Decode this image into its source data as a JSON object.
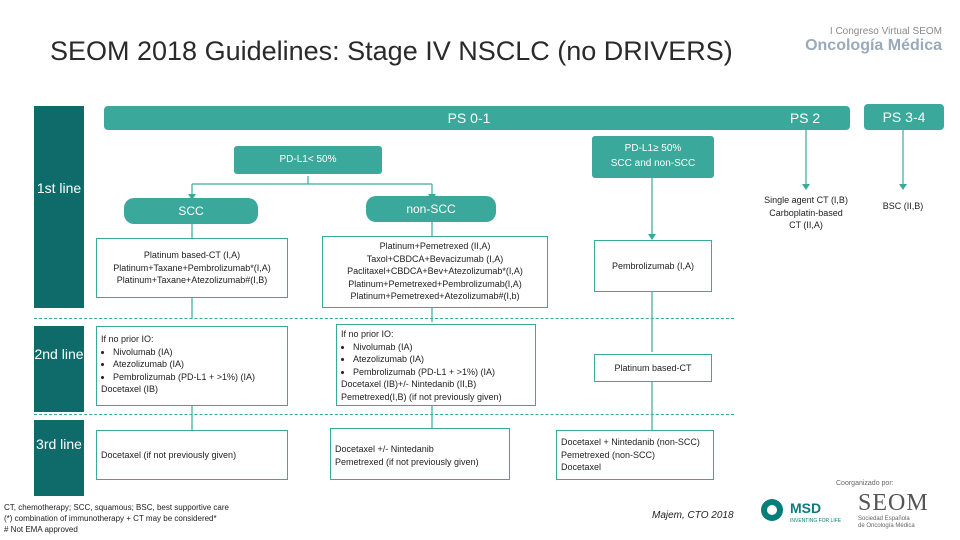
{
  "title": "SEOM 2018 Guidelines: Stage IV NSCLC (no DRIVERS)",
  "logo_top": {
    "line1": "I Congreso Virtual SEOM",
    "line2": "Oncología Médica"
  },
  "ps_bars": {
    "ps01": "PS 0-1",
    "ps2": "PS 2",
    "ps34": "PS 3-4"
  },
  "lines": {
    "first": "1st line",
    "second": "2nd line",
    "third": "3rd line"
  },
  "pdl1_low": "PD-L1< 50%",
  "pdl1_high": {
    "line1": "PD-L1≥ 50%",
    "line2": "SCC and non-SCC"
  },
  "scc": "SCC",
  "nonscc": "non-SCC",
  "ps2_first": [
    "Single agent CT (I,B)",
    "Carboplatin-based",
    "CT (II,A)"
  ],
  "ps34_first": "BSC (II,B)",
  "scc_first": [
    "Platinum based-CT (I,A)",
    "Platinum+Taxane+Pembrolizumab*(I,A)",
    "Platinum+Taxane+Atezolizumab#(I,B)"
  ],
  "nonscc_first": [
    "Platinum+Pemetrexed (II,A)",
    "Taxol+CBDCA+Bevacizumab (I,A)",
    "Paclitaxel+CBDCA+Bev+Atezolizumab*(I,A)",
    "Platinum+Pemetrexed+Pembrolizumab(I,A)",
    "Platinum+Pemetrexed+Atezolizumab#(I,b)"
  ],
  "high_first": "Pembrolizumab (I,A)",
  "scc_second": {
    "intro": "If no prior IO:",
    "items": [
      "Nivolumab (IA)",
      "Atezolizumab (IA)",
      "Pembrolizumab (PD-L1 + >1%) (IA)"
    ],
    "tail": "Docetaxel (IB)"
  },
  "nonscc_second": {
    "intro": "If no prior IO:",
    "items": [
      "Nivolumab (IA)",
      "Atezolizumab (IA)",
      "Pembrolizumab (PD-L1 + >1%) (IA)"
    ],
    "tail": [
      "Docetaxel (IB)+/- Nintedanib (II,B)",
      "Pemetrexed(I,B) (if not previously given)"
    ]
  },
  "high_second": "Platinum based-CT",
  "scc_third": "Docetaxel (if not previously given)",
  "nonscc_third": [
    "Docetaxel +/- Nintedanib",
    "Pemetrexed (if not previously given)"
  ],
  "high_third": [
    "Docetaxel + Nintedanib (non-SCC)",
    "Pemetrexed (non-SCC)",
    "Docetaxel"
  ],
  "footnotes": [
    "CT, chemotherapy; SCC, squamous; BSC, best supportive care",
    "(*) combination of immunotherapy + CT may be considered*",
    "# Not EMA approved"
  ],
  "citation": "Majem, CTO 2018",
  "sponsor_label": "Coorganizado por:",
  "msd": {
    "name": "MSD",
    "tagline": "INVENTING FOR LIFE"
  },
  "seom": {
    "name": "SEOM",
    "sub1": "Sociedad Española",
    "sub2": "de Oncología Médica"
  },
  "colors": {
    "teal": "#3aa99b",
    "dark_teal": "#0f6b6a"
  }
}
